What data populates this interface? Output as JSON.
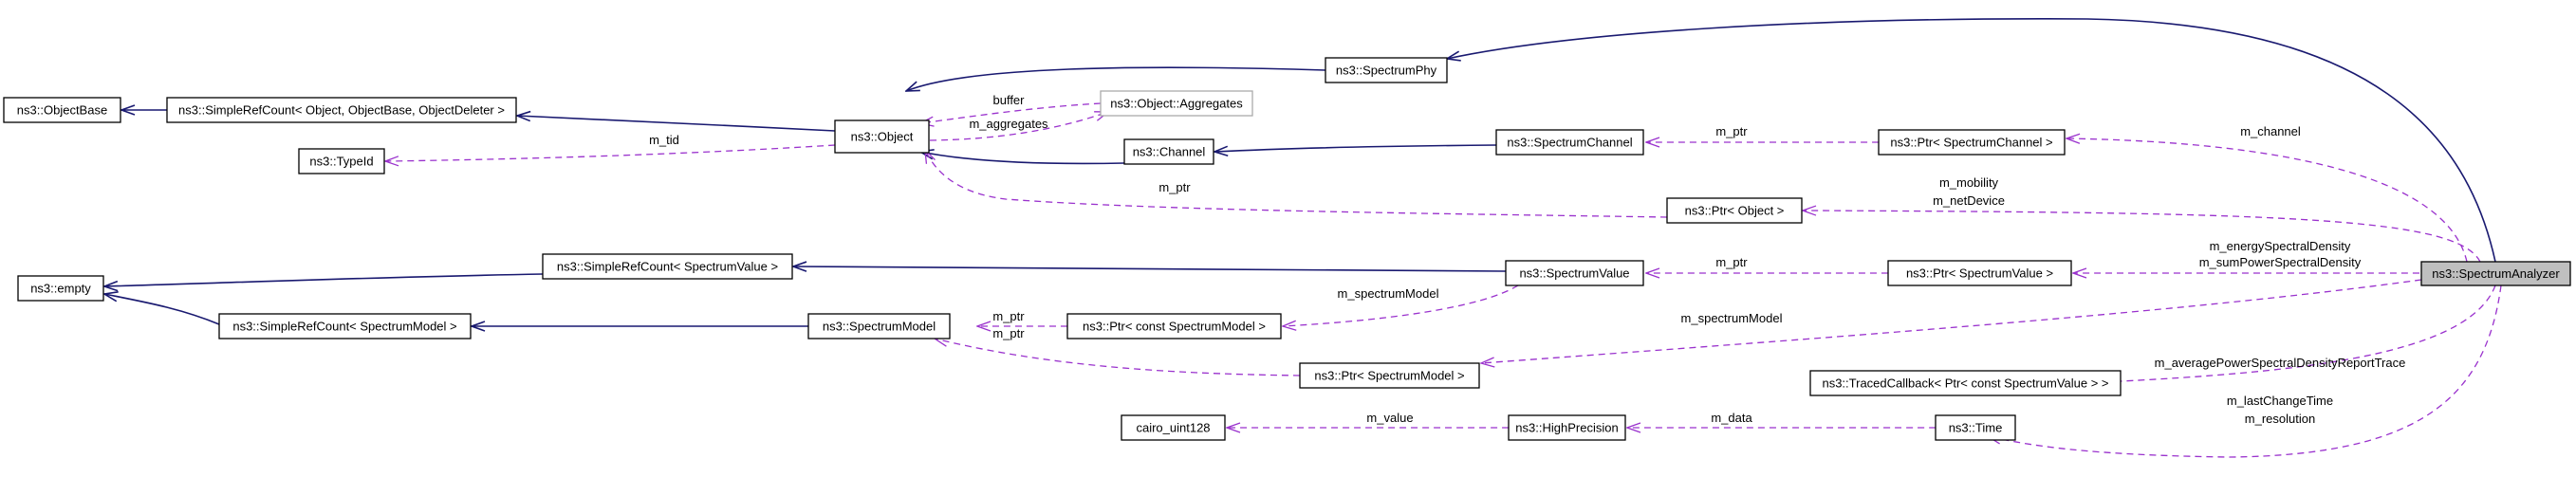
{
  "nodes": {
    "object_base": "ns3::ObjectBase",
    "simple_ref_count_object": "ns3::SimpleRefCount< Object, ObjectBase, ObjectDeleter >",
    "type_id": "ns3::TypeId",
    "object": "ns3::Object",
    "object_aggregates": "ns3::Object::Aggregates",
    "spectrum_phy": "ns3::SpectrumPhy",
    "channel": "ns3::Channel",
    "spectrum_channel": "ns3::SpectrumChannel",
    "ptr_spectrum_channel": "ns3::Ptr< SpectrumChannel >",
    "ptr_object": "ns3::Ptr< Object >",
    "empty": "ns3::empty",
    "simple_ref_count_spectrum_value": "ns3::SimpleRefCount< SpectrumValue >",
    "spectrum_value": "ns3::SpectrumValue",
    "ptr_spectrum_value": "ns3::Ptr< SpectrumValue >",
    "spectrum_analyzer": "ns3::SpectrumAnalyzer",
    "simple_ref_count_spectrum_model": "ns3::SimpleRefCount< SpectrumModel >",
    "spectrum_model": "ns3::SpectrumModel",
    "ptr_const_spectrum_model": "ns3::Ptr< const SpectrumModel >",
    "ptr_spectrum_model": "ns3::Ptr< SpectrumModel >",
    "traced_callback": "ns3::TracedCallback< Ptr< const SpectrumValue > >",
    "cairo_uint128": "cairo_uint128",
    "high_precision": "ns3::HighPrecision",
    "time": "ns3::Time"
  },
  "edge_labels": {
    "buffer": "buffer",
    "m_aggregates": "m_aggregates",
    "m_tid": "m_tid",
    "m_ptr_channel": "m_ptr",
    "m_channel": "m_channel",
    "m_ptr_object": "m_ptr",
    "m_mobility": "m_mobility",
    "m_net_device": "m_netDevice",
    "m_energy_spectral_density": "m_energySpectralDensity",
    "m_sum_power_spectral_density": "m_sumPowerSpectralDensity",
    "m_ptr_value": "m_ptr",
    "m_spectrum_model_value": "m_spectrumModel",
    "m_ptr_model_1": "m_ptr",
    "m_ptr_model_2": "m_ptr",
    "m_spectrum_model_analyzer": "m_spectrumModel",
    "m_average_power": "m_averagePowerSpectralDensityReportTrace",
    "m_value": "m_value",
    "m_data": "m_data",
    "m_last_change_time": "m_lastChangeTime",
    "m_resolution": "m_resolution"
  }
}
